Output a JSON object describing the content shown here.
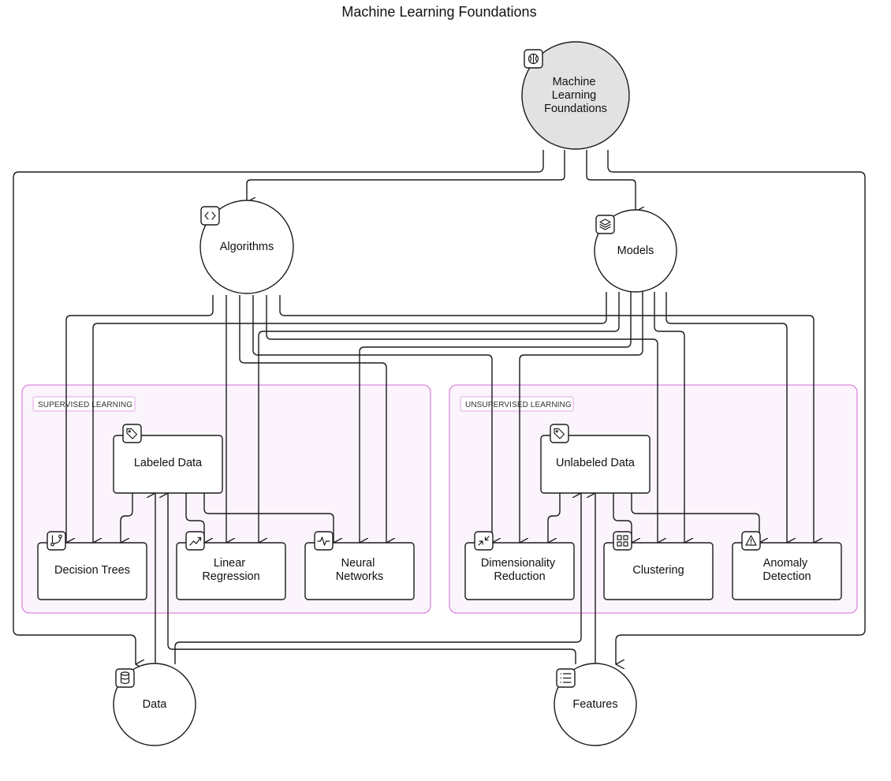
{
  "title": "Machine Learning Foundations",
  "groups": {
    "supervised": {
      "label": "SUPERVISED LEARNING"
    },
    "unsupervised": {
      "label": "UNSUPERVISED LEARNING"
    }
  },
  "nodes": {
    "root": {
      "lines": [
        "Machine",
        "Learning",
        "Foundations"
      ],
      "icon": "brain-icon"
    },
    "algorithms": {
      "lines": [
        "Algorithms"
      ],
      "icon": "code-icon"
    },
    "models": {
      "lines": [
        "Models"
      ],
      "icon": "layers-icon"
    },
    "labeled_data": {
      "lines": [
        "Labeled Data"
      ],
      "icon": "tag-icon"
    },
    "unlabeled_data": {
      "lines": [
        "Unlabeled Data"
      ],
      "icon": "tag-icon"
    },
    "decision_trees": {
      "lines": [
        "Decision Trees"
      ],
      "icon": "git-branch-icon"
    },
    "linear_regression": {
      "lines": [
        "Linear",
        "Regression"
      ],
      "icon": "trend-icon"
    },
    "neural_networks": {
      "lines": [
        "Neural",
        "Networks"
      ],
      "icon": "activity-icon"
    },
    "dimensionality_reduction": {
      "lines": [
        "Dimensionality",
        "Reduction"
      ],
      "icon": "minimize-icon"
    },
    "clustering": {
      "lines": [
        "Clustering"
      ],
      "icon": "grid-icon"
    },
    "anomaly_detection": {
      "lines": [
        "Anomaly",
        "Detection"
      ],
      "icon": "alert-icon"
    },
    "data": {
      "lines": [
        "Data"
      ],
      "icon": "database-icon"
    },
    "features": {
      "lines": [
        "Features"
      ],
      "icon": "list-icon"
    }
  },
  "edges": [
    {
      "from": "Machine Learning Foundations",
      "to": "Algorithms"
    },
    {
      "from": "Machine Learning Foundations",
      "to": "Models"
    },
    {
      "from": "Machine Learning Foundations",
      "to": "Data"
    },
    {
      "from": "Machine Learning Foundations",
      "to": "Features"
    },
    {
      "from": "Algorithms",
      "to": "Decision Trees"
    },
    {
      "from": "Algorithms",
      "to": "Linear Regression"
    },
    {
      "from": "Algorithms",
      "to": "Neural Networks"
    },
    {
      "from": "Algorithms",
      "to": "Dimensionality Reduction"
    },
    {
      "from": "Algorithms",
      "to": "Clustering"
    },
    {
      "from": "Algorithms",
      "to": "Anomaly Detection"
    },
    {
      "from": "Models",
      "to": "Decision Trees"
    },
    {
      "from": "Models",
      "to": "Linear Regression"
    },
    {
      "from": "Models",
      "to": "Neural Networks"
    },
    {
      "from": "Models",
      "to": "Dimensionality Reduction"
    },
    {
      "from": "Models",
      "to": "Clustering"
    },
    {
      "from": "Models",
      "to": "Anomaly Detection"
    },
    {
      "from": "Labeled Data",
      "to": "Decision Trees"
    },
    {
      "from": "Labeled Data",
      "to": "Linear Regression"
    },
    {
      "from": "Labeled Data",
      "to": "Neural Networks"
    },
    {
      "from": "Unlabeled Data",
      "to": "Dimensionality Reduction"
    },
    {
      "from": "Unlabeled Data",
      "to": "Clustering"
    },
    {
      "from": "Unlabeled Data",
      "to": "Anomaly Detection"
    },
    {
      "from": "Data",
      "to": "Labeled Data"
    },
    {
      "from": "Data",
      "to": "Unlabeled Data"
    },
    {
      "from": "Features",
      "to": "Labeled Data"
    },
    {
      "from": "Features",
      "to": "Unlabeled Data"
    }
  ]
}
